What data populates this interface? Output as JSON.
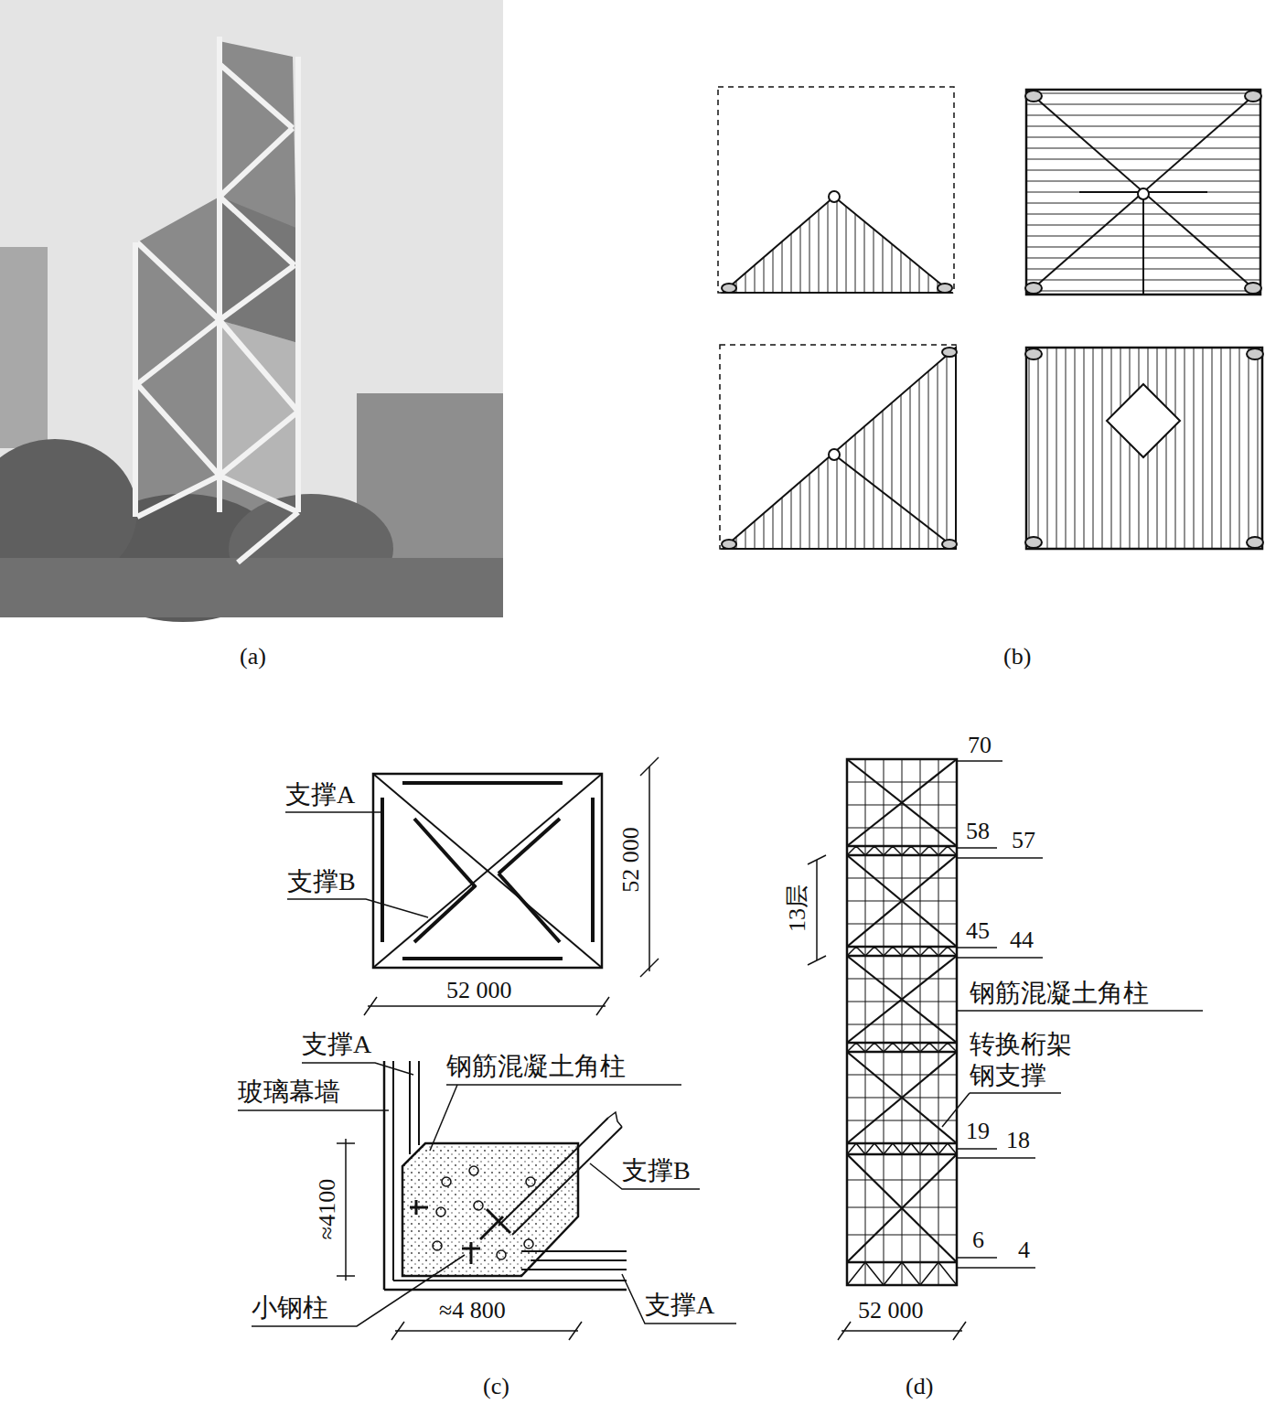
{
  "diagram": {
    "labels": [
      "(a)",
      "(b)",
      "(c)",
      "(d)",
      "支撑A",
      "支撑B",
      "52 000",
      "52 000",
      "支撑A",
      "钢筋混凝土角柱",
      "玻璃幕墙",
      "≈4100",
      "支撑B",
      "小钢柱",
      "≈4 800",
      "支撑A",
      "70",
      "58",
      "57",
      "13层",
      "45",
      "44",
      "钢筋混凝土角柱",
      "转换桁架",
      "钢支撑",
      "19",
      "18",
      "6",
      "4",
      "52 000"
    ]
  }
}
